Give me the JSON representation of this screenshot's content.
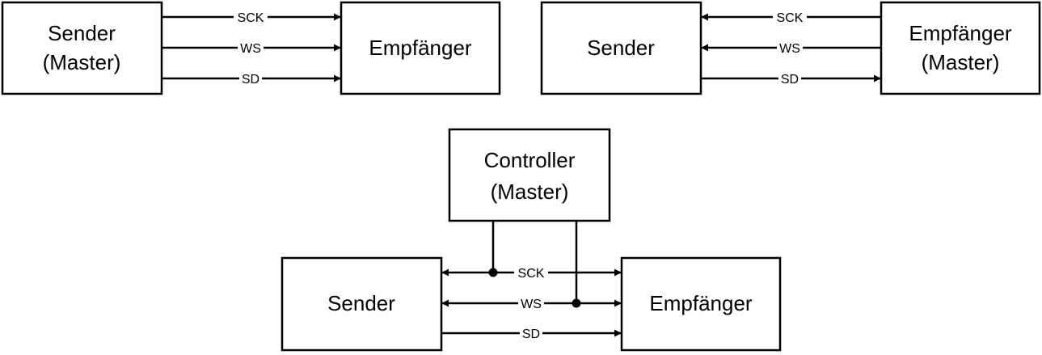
{
  "config_a": {
    "sender": {
      "line1": "Sender",
      "line2": "(Master)"
    },
    "receiver": {
      "line1": "Empfänger"
    },
    "signals": {
      "sck": "SCK",
      "ws": "WS",
      "sd": "SD"
    }
  },
  "config_b": {
    "sender": {
      "line1": "Sender"
    },
    "receiver": {
      "line1": "Empfänger",
      "line2": "(Master)"
    },
    "signals": {
      "sck": "SCK",
      "ws": "WS",
      "sd": "SD"
    }
  },
  "config_c": {
    "controller": {
      "line1": "Controller",
      "line2": "(Master)"
    },
    "sender": {
      "line1": "Sender"
    },
    "receiver": {
      "line1": "Empfänger"
    },
    "signals": {
      "sck": "SCK",
      "ws": "WS",
      "sd": "SD"
    }
  }
}
